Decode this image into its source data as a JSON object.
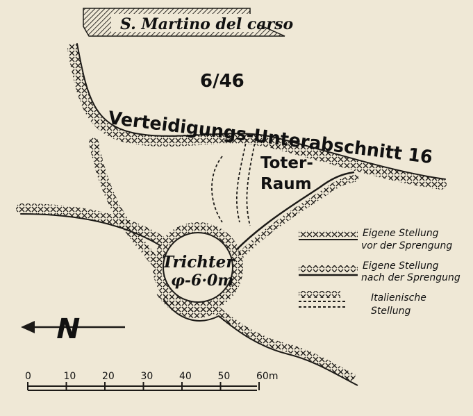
{
  "map": {
    "location_label": "S. Martino del carso",
    "sector_number": "6/46",
    "sector_name": "Verteidigungs-Unterabschnitt 16",
    "dead_zone_line1": "Toter-",
    "dead_zone_line2": "Raum",
    "crater_label": "Trichter",
    "crater_diameter": "φ-6·0m"
  },
  "legend": {
    "items": [
      {
        "style": "cross-double",
        "line1": "Eigene Stellung",
        "line2": "vor der Sprengung"
      },
      {
        "style": "cross-single",
        "line1": "Eigene Stellung",
        "line2": "nach der Sprengung"
      },
      {
        "style": "dashed-double",
        "line1": "Italienische",
        "line2": "Stellung"
      }
    ]
  },
  "north_arrow": {
    "letter": "N"
  },
  "scale": {
    "ticks": [
      "0",
      "10",
      "20",
      "30",
      "40",
      "50",
      "60m"
    ],
    "max_meters": 60
  }
}
